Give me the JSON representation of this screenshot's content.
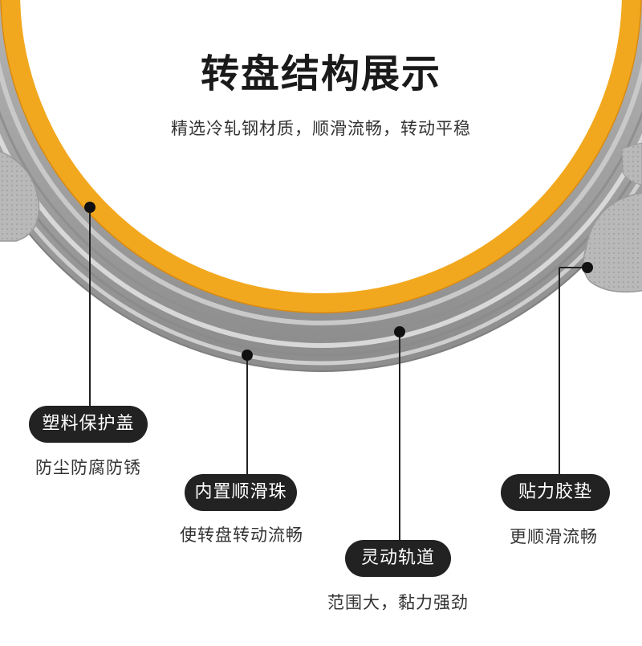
{
  "title": "转盘结构展示",
  "subtitle": "精选冷轧钢材质，顺滑流畅，转动平稳",
  "callouts": [
    {
      "label": "塑料保护盖",
      "caption": "防尘防腐防锈"
    },
    {
      "label": "内置顺滑珠",
      "caption": "使转盘转动流畅"
    },
    {
      "label": "灵动轨道",
      "caption": "范围大，黏力强劲"
    },
    {
      "label": "贴力胶垫",
      "caption": "更顺滑流畅"
    }
  ],
  "colors": {
    "ring_metal": "#a8a8a8",
    "ring_highlight": "#d6d6d6",
    "ring_rim": "#f2a81e",
    "pill_bg": "#222222",
    "pad": "#b5b5b5"
  }
}
